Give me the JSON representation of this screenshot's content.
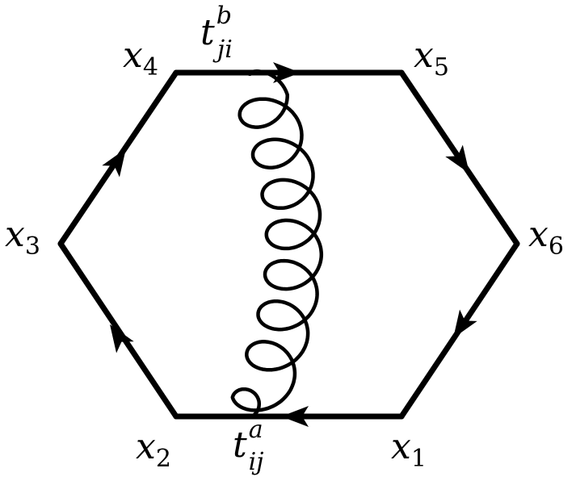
{
  "diagram": {
    "vertices": [
      {
        "name": "x1",
        "base": "x",
        "sub": "1"
      },
      {
        "name": "x2",
        "base": "x",
        "sub": "2"
      },
      {
        "name": "x3",
        "base": "x",
        "sub": "3"
      },
      {
        "name": "x4",
        "base": "x",
        "sub": "4"
      },
      {
        "name": "x5",
        "base": "x",
        "sub": "5"
      },
      {
        "name": "x6",
        "base": "x",
        "sub": "6"
      }
    ],
    "gluon_labels": {
      "top": {
        "base": "t",
        "sup": "b",
        "sub": "ji"
      },
      "bottom": {
        "base": "t",
        "sup": "a",
        "sub": "ij"
      }
    },
    "colors": {
      "line": "#000000",
      "background": "#ffffff"
    }
  }
}
